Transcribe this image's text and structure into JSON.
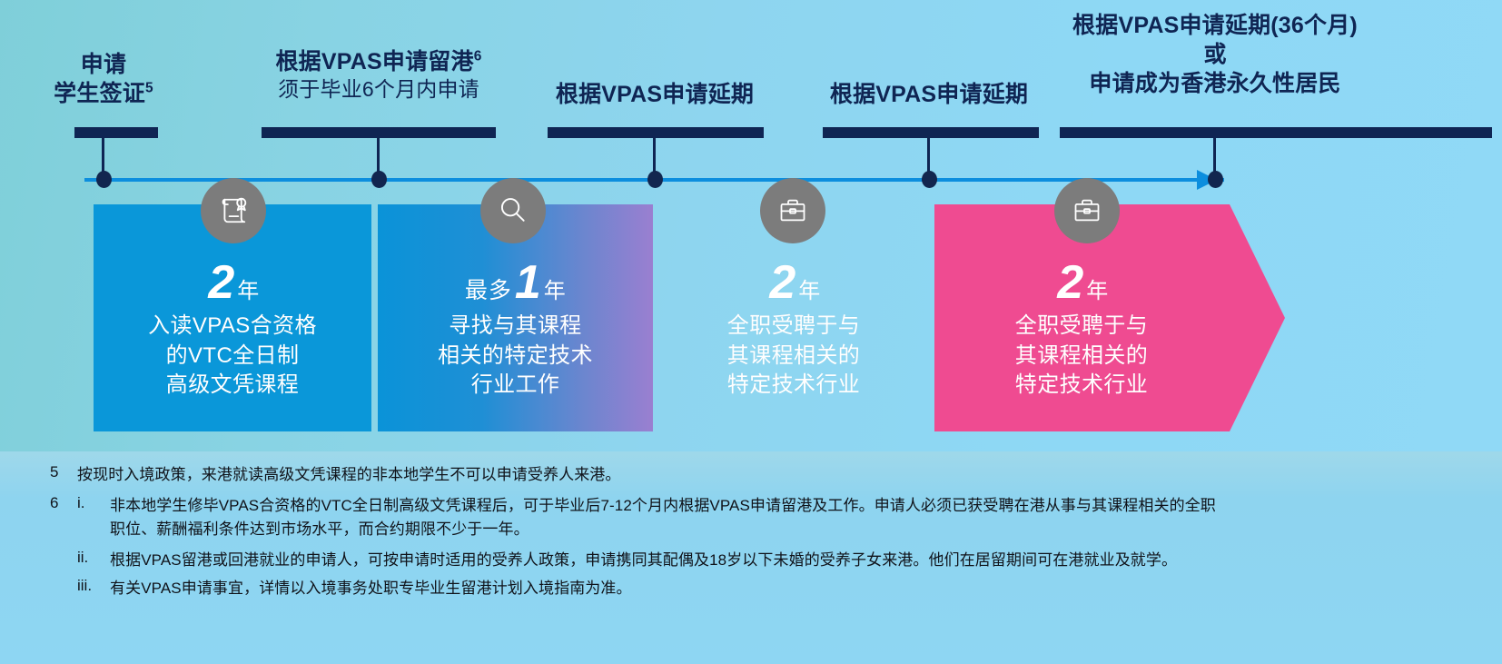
{
  "colors": {
    "background_start": "#7fcfd9",
    "background_end": "#90d9f6",
    "axis": "#0c8ede",
    "navy": "#0f2553",
    "badge_grey": "#7c7c7c",
    "panel1": "#0a97d9",
    "panel2_start": "#0a93d8",
    "panel2_end": "#9a7fd0",
    "panel3_start": "#9a7fd0",
    "panel3_end": "#ef4b91",
    "panel4": "#ef4b91",
    "note_band": "#8ed4ef"
  },
  "chart_data": {
    "type": "timeline",
    "title": "VPAS 留港途径时间轴",
    "axis": {
      "direction": "left-to-right",
      "arrow": true
    },
    "milestones": [
      {
        "index": 1,
        "title": "申请",
        "subtitle": "学生签证",
        "footnote_ref": "5"
      },
      {
        "index": 2,
        "title": "根据VPAS申请留港",
        "footnote_ref": "6",
        "subtitle": "须于毕业6个月内申请"
      },
      {
        "index": 3,
        "title": "根据VPAS申请延期",
        "subtitle": "",
        "footnote_ref": ""
      },
      {
        "index": 4,
        "title": "根据VPAS申请延期",
        "subtitle": "",
        "footnote_ref": ""
      },
      {
        "index": 5,
        "title": "根据VPAS申请延期(36个月)",
        "connector": "或",
        "subtitle": "申请成为香港永久性居民",
        "footnote_ref": ""
      }
    ],
    "stages": [
      {
        "index": 1,
        "icon": "diploma-scroll-icon",
        "prefix": "",
        "number": "2",
        "unit": "年",
        "description": [
          "入读VPAS合资格",
          "的VTC全日制",
          "高级文凭课程"
        ],
        "duration_years": 2,
        "color": "#0a97d9"
      },
      {
        "index": 2,
        "icon": "magnifier-icon",
        "prefix": "最多",
        "number": "1",
        "unit": "年",
        "description": [
          "寻找与其课程",
          "相关的特定技术",
          "行业工作"
        ],
        "duration_years": 1,
        "color": "#0a93d8"
      },
      {
        "index": 3,
        "icon": "briefcase-icon",
        "prefix": "",
        "number": "2",
        "unit": "年",
        "description": [
          "全职受聘于与",
          "其课程相关的",
          "特定技术行业"
        ],
        "duration_years": 2,
        "color": "#9a7fd0"
      },
      {
        "index": 4,
        "icon": "briefcase-icon",
        "prefix": "",
        "number": "2",
        "unit": "年",
        "description": [
          "全职受聘于与",
          "其课程相关的",
          "特定技术行业"
        ],
        "duration_years": 2,
        "color": "#ef4b91"
      }
    ]
  },
  "milestones": [
    {
      "title": "申请",
      "subtitle": "学生签证",
      "sup": "5"
    },
    {
      "title": "根据VPAS申请留港",
      "sup": "6",
      "subtitle": "须于毕业6个月内申请"
    },
    {
      "title": "根据VPAS申请延期"
    },
    {
      "title": "根据VPAS申请延期"
    },
    {
      "title": "根据VPAS申请延期(36个月)",
      "connector": "或",
      "subtitle": "申请成为香港永久性居民"
    }
  ],
  "stages": [
    {
      "prefix": "",
      "number": "2",
      "unit": "年",
      "l1": "入读VPAS合资格",
      "l2": "的VTC全日制",
      "l3": "高级文凭课程",
      "icon": "diploma-scroll-icon"
    },
    {
      "prefix": "最多",
      "number": "1",
      "unit": "年",
      "l1": "寻找与其课程",
      "l2": "相关的特定技术",
      "l3": "行业工作",
      "icon": "magnifier-icon"
    },
    {
      "prefix": "",
      "number": "2",
      "unit": "年",
      "l1": "全职受聘于与",
      "l2": "其课程相关的",
      "l3": "特定技术行业",
      "icon": "briefcase-icon"
    },
    {
      "prefix": "",
      "number": "2",
      "unit": "年",
      "l1": "全职受聘于与",
      "l2": "其课程相关的",
      "l3": "特定技术行业",
      "icon": "briefcase-icon"
    }
  ],
  "notes": {
    "n5": {
      "marker": "5",
      "line1": "按现时入境政策，来港就读高级文凭课程的非本地学生不可以申请受养人来港。"
    },
    "n6": {
      "marker": "6",
      "i": {
        "marker": "i.",
        "line1": "非本地学生修毕VPAS合资格的VTC全日制高级文凭课程后，可于毕业后7-12个月内根据VPAS申请留港及工作。申请人必须已获受聘在港从事与其课程相关的全职",
        "line2": "职位、薪酬福利条件达到市场水平，而合约期限不少于一年。"
      },
      "ii": {
        "marker": "ii.",
        "line1": "根据VPAS留港或回港就业的申请人，可按申请时适用的受养人政策，申请携同其配偶及18岁以下未婚的受养子女来港。他们在居留期间可在港就业及就学。"
      },
      "iii": {
        "marker": "iii.",
        "line1": "有关VPAS申请事宜，详情以入境事务处职专毕业生留港计划入境指南为准。"
      }
    }
  }
}
